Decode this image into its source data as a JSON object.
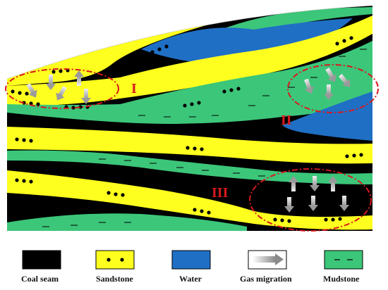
{
  "diagram": {
    "zones": [
      {
        "id": "zone-1",
        "label": "I"
      },
      {
        "id": "zone-2",
        "label": "II"
      },
      {
        "id": "zone-3",
        "label": "III"
      }
    ]
  },
  "legend": {
    "items": [
      {
        "key": "coal",
        "label": "Coal seam"
      },
      {
        "key": "sand",
        "label": "Sandstone"
      },
      {
        "key": "water",
        "label": "Water"
      },
      {
        "key": "gas",
        "label": "Gas migration"
      },
      {
        "key": "mud",
        "label": "Mudstone"
      }
    ]
  },
  "colors": {
    "coal": "#000000",
    "sandstone": "#ffff1f",
    "water": "#1f6fc5",
    "mudstone": "#3cc67a",
    "zone_outline": "#d7191c"
  }
}
